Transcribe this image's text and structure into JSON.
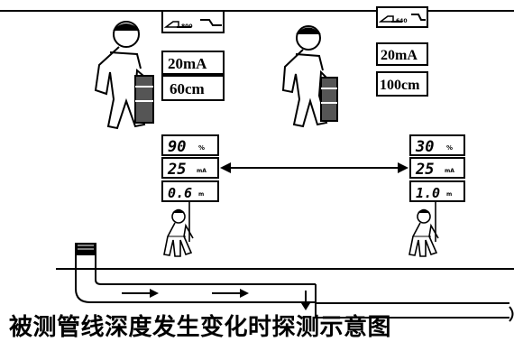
{
  "left_station": {
    "signal_label": "800",
    "current": "20mA",
    "depth": "60cm",
    "meter_signal": "90",
    "meter_signal_unit": "%",
    "meter_current": "25",
    "meter_current_unit": "mA",
    "meter_depth": "0.6",
    "meter_depth_unit": "m"
  },
  "right_station": {
    "signal_label": "640",
    "current": "20mA",
    "depth": "100cm",
    "meter_signal": "30",
    "meter_signal_unit": "%",
    "meter_current": "25",
    "meter_current_unit": "mA",
    "meter_depth": "1.0",
    "meter_depth_unit": "m"
  },
  "caption": "被测管线深度发生变化时探测示意图"
}
